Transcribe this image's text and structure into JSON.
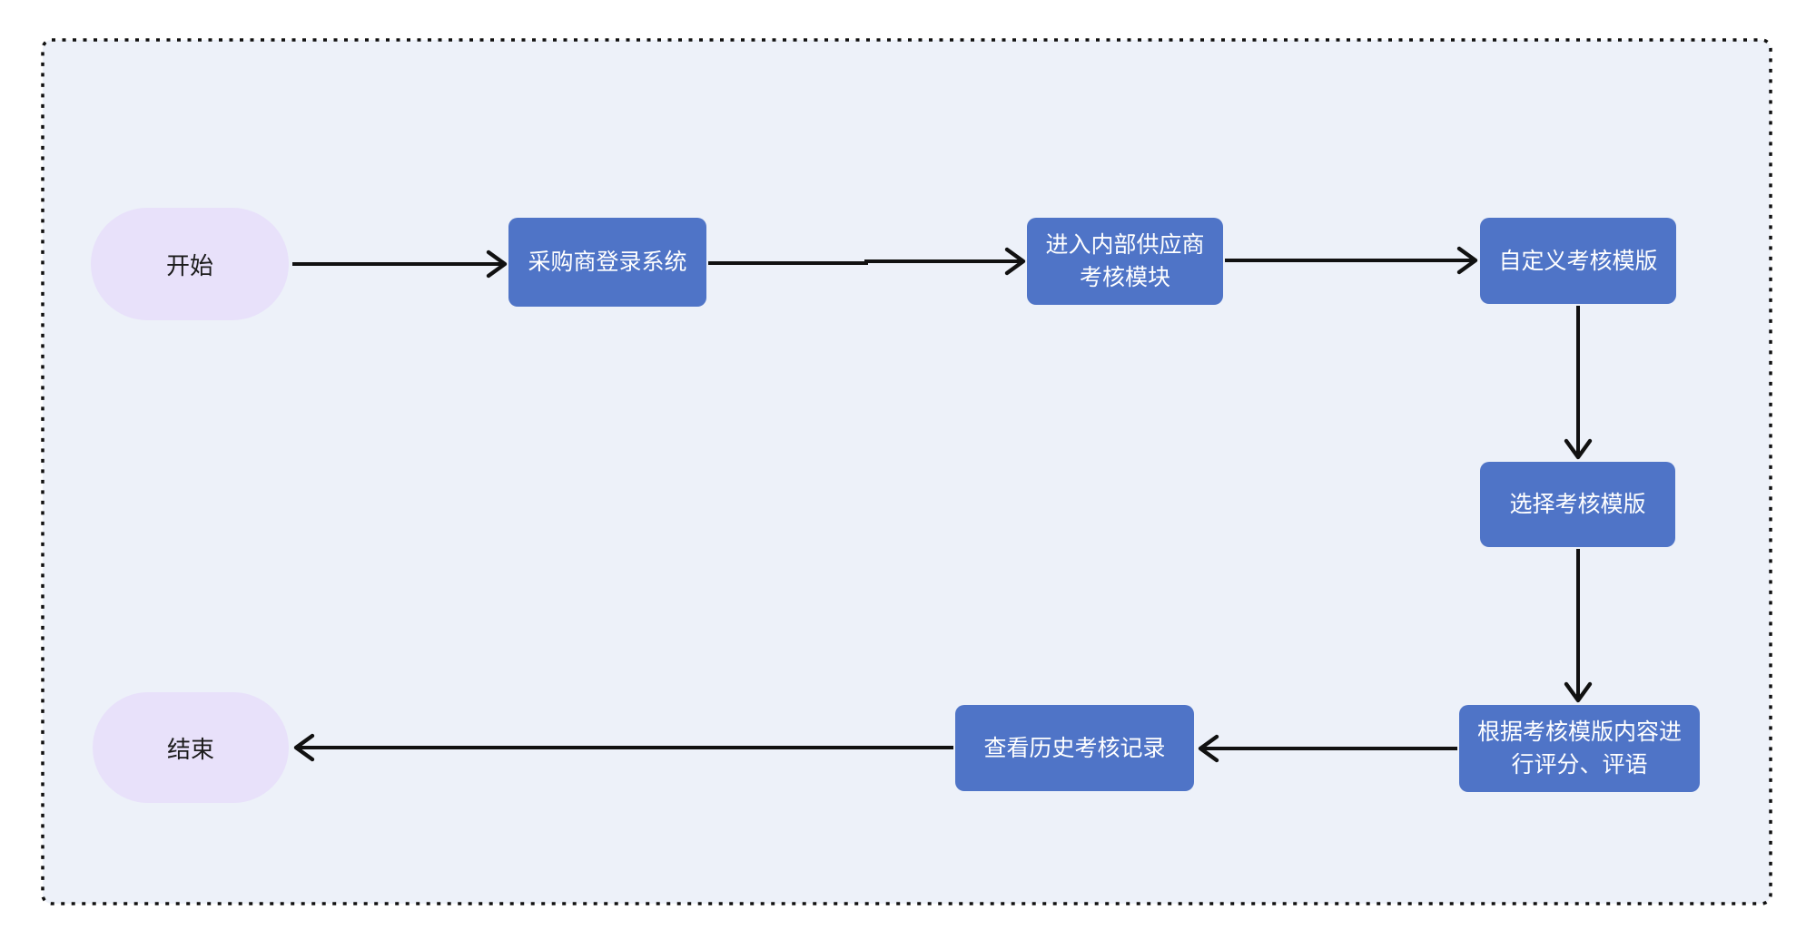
{
  "diagram": {
    "type": "flowchart",
    "colors": {
      "canvas_background": "#edf1f9",
      "canvas_border": "#111111",
      "page_background": "#ffffff",
      "process_fill": "#4f74c7",
      "process_text": "#ffffff",
      "terminal_fill": "#e8e1fa",
      "terminal_text": "#1c1c1c",
      "arrow": "#111111"
    },
    "nodes": [
      {
        "id": "start",
        "type": "terminal",
        "label": "开始"
      },
      {
        "id": "login",
        "type": "process",
        "label": "采购商登录系统"
      },
      {
        "id": "enter-module",
        "type": "process",
        "label": "进入内部供应商考核模块"
      },
      {
        "id": "custom-template",
        "type": "process",
        "label": "自定义考核模版"
      },
      {
        "id": "select-template",
        "type": "process",
        "label": "选择考核模版"
      },
      {
        "id": "score-comment",
        "type": "process",
        "label": "根据考核模版内容进行评分、评语"
      },
      {
        "id": "view-history",
        "type": "process",
        "label": "查看历史考核记录"
      },
      {
        "id": "end",
        "type": "terminal",
        "label": "结束"
      }
    ],
    "edges": [
      {
        "from": "start",
        "to": "login"
      },
      {
        "from": "login",
        "to": "enter-module"
      },
      {
        "from": "enter-module",
        "to": "custom-template"
      },
      {
        "from": "custom-template",
        "to": "select-template"
      },
      {
        "from": "select-template",
        "to": "score-comment"
      },
      {
        "from": "score-comment",
        "to": "view-history"
      },
      {
        "from": "view-history",
        "to": "end"
      }
    ]
  }
}
